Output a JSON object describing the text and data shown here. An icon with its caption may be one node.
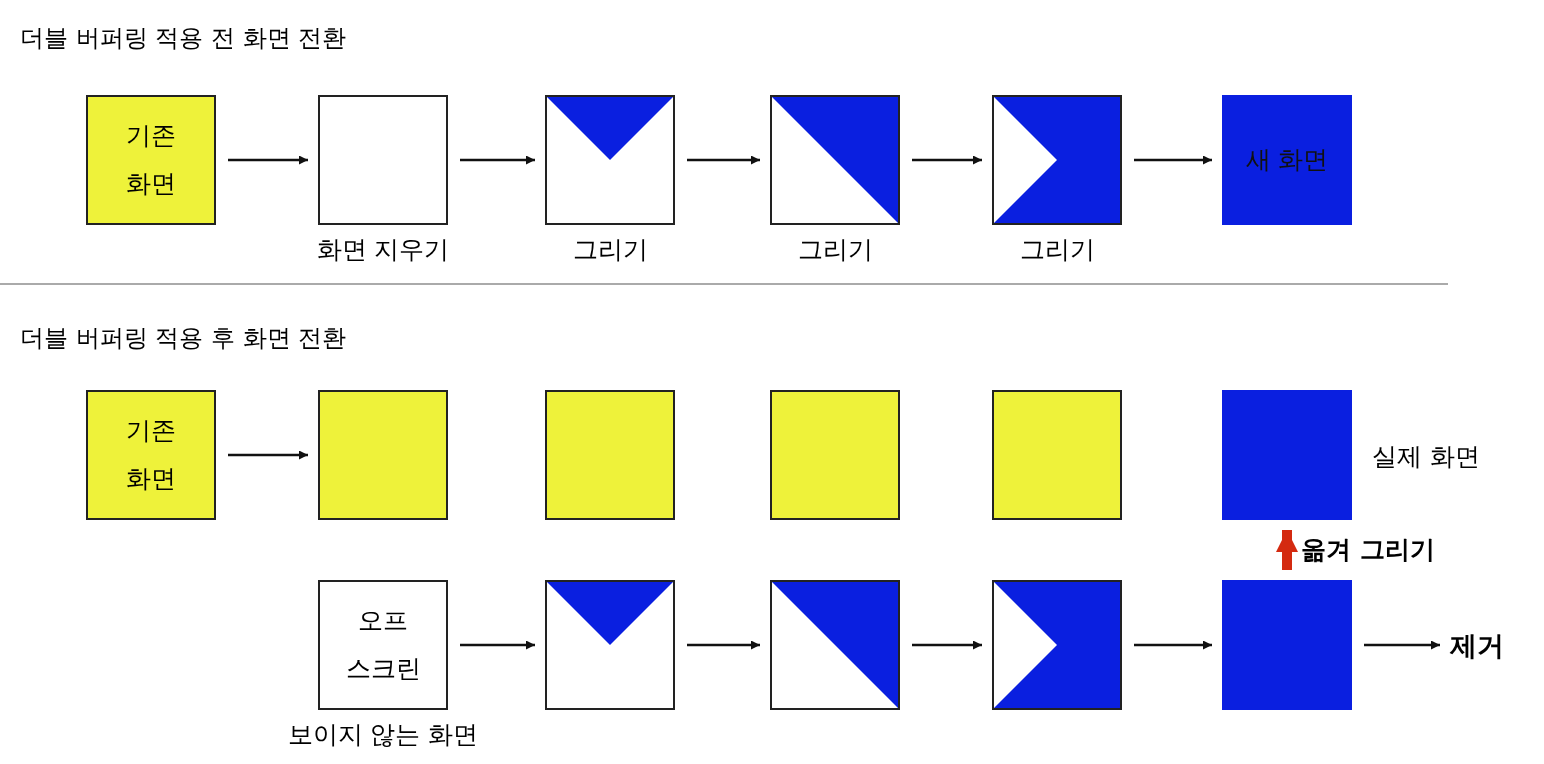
{
  "diagram": {
    "nodes": [
      {
        "text": [
          "기존 화면"
        ]
      },
      {
        "text": [],
        "shape": "box",
        "beside": [
          "화면 지우기"
        ]
      },
      {
        "text": [],
        "shape": "box",
        "beside": [
          "그리기"
        ]
      },
      {
        "text": [],
        "shape": "box",
        "beside": [
          "그리기"
        ]
      },
      {
        "text": [],
        "shape": "box",
        "beside": [
          "그리기"
        ]
      },
      {
        "text": [
          "새 화면"
        ]
      },
      {
        "text": [
          "기존 화면"
        ]
      },
      {
        "text": [],
        "shape": "box"
      },
      {
        "text": [],
        "shape": "box"
      },
      {
        "text": [],
        "shape": "box"
      },
      {
        "text": [],
        "shape": "box"
      },
      {
        "text": [],
        "shape": "box",
        "beside": [
          "실제 화면"
        ]
      },
      {
        "text": [
          "오프 스크린"
        ],
        "beside": [
          "보이지 않는 화면"
        ]
      },
      {
        "text": [],
        "shape": "box"
      },
      {
        "text": [],
        "shape": "box"
      },
      {
        "text": [],
        "shape": "box"
      },
      {
        "text": [],
        "shape": "box"
      },
      {
        "text": [
          "제거"
        ]
      }
    ],
    "edges": [
      {
        "from": 0,
        "to": 1,
        "arrow": "to"
      },
      {
        "from": 1,
        "to": 2,
        "arrow": "to"
      },
      {
        "from": 2,
        "to": 3,
        "arrow": "to"
      },
      {
        "from": 3,
        "to": 4,
        "arrow": "to"
      },
      {
        "from": 4,
        "to": 5,
        "arrow": "to"
      },
      {
        "from": 6,
        "to": 7,
        "arrow": "to"
      },
      {
        "from": 12,
        "to": 13,
        "arrow": "to"
      },
      {
        "from": 13,
        "to": 14,
        "arrow": "to"
      },
      {
        "from": 14,
        "to": 15,
        "arrow": "to"
      },
      {
        "from": 15,
        "to": 16,
        "arrow": "to"
      },
      {
        "from": 16,
        "to": 11,
        "arrow": "to",
        "label": "옮겨 그리기",
        "style": "thick",
        "color": "#d42a10"
      },
      {
        "from": 16,
        "to": 17,
        "arrow": "to"
      }
    ],
    "labels": [
      "더블 버퍼링 적용 전 화면 전환",
      "더블 버퍼링 적용 후 화면 전환"
    ]
  }
}
